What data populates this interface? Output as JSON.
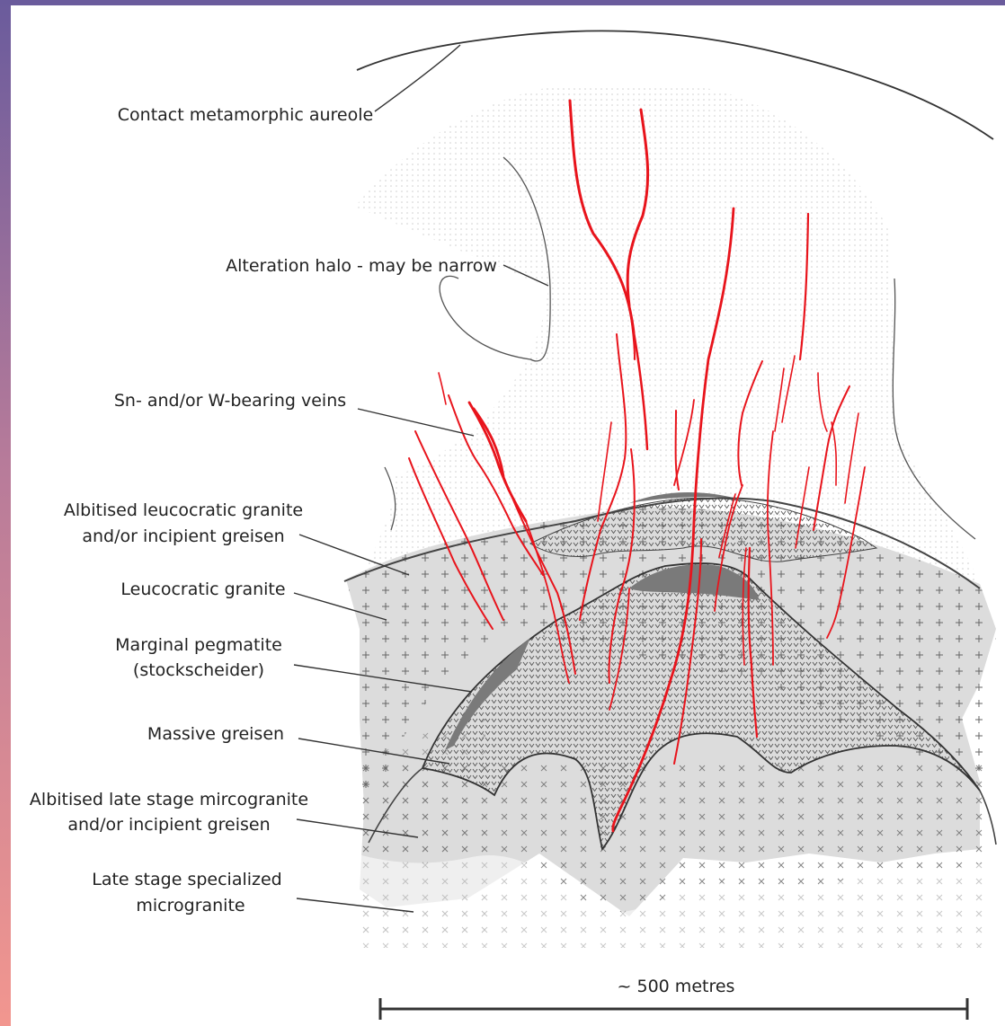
{
  "labels": {
    "contact_aureole": "Contact metamorphic aureole",
    "alteration_halo": "Alteration halo - may be narrow",
    "veins": "Sn- and/or W-bearing veins",
    "albitised_leuco_1": "Albitised leucocratic granite",
    "albitised_leuco_2": "and/or incipient greisen",
    "leucocratic_granite": "Leucocratic granite",
    "marginal_pegmatite_1": "Marginal pegmatite",
    "marginal_pegmatite_2": "(stockscheider)",
    "massive_greisen": "Massive greisen",
    "albitised_late_1": "Albitised late stage mircogranite",
    "albitised_late_2": "and/or incipient greisen",
    "late_micro_1": "Late stage specialized",
    "late_micro_2": "microgranite",
    "scale": "~ 500 metres"
  },
  "colors": {
    "vein": "#e8141c",
    "halo_fill": "#f4f4f4",
    "granite_fill": "#dcdcdc",
    "pegmatite_fill": "#7a7a7a",
    "outline": "#444444"
  }
}
